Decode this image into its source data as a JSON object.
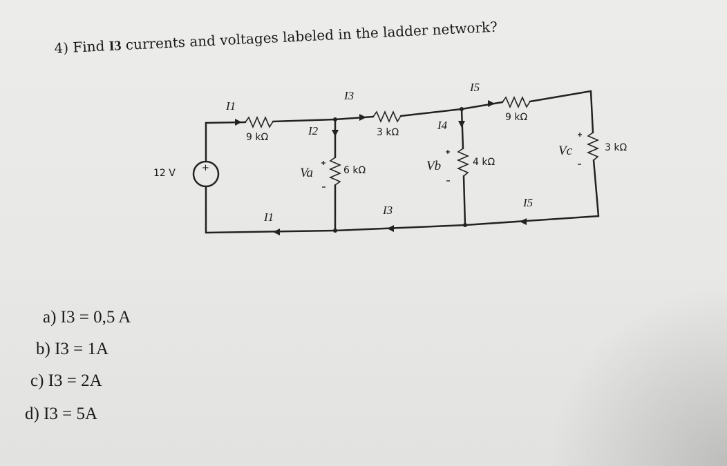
{
  "question": {
    "prefix": "4) Find ",
    "bold_symbol": "I3",
    "suffix": " currents and voltages labeled in the ladder network?"
  },
  "circuit": {
    "source_label": "12 V",
    "source_sign": "+",
    "resistors": [
      {
        "id": "r1",
        "value": "9 kΩ"
      },
      {
        "id": "r2",
        "value": "6 kΩ"
      },
      {
        "id": "r3",
        "value": "3 kΩ"
      },
      {
        "id": "r4",
        "value": "4 kΩ"
      },
      {
        "id": "r5",
        "value": "9 kΩ"
      },
      {
        "id": "r6",
        "value": "3 kΩ"
      }
    ],
    "current_labels": {
      "i1_top": "I1",
      "i1_bottom": "I1",
      "i2": "I2",
      "i3_top": "I3",
      "i3_bottom": "I3",
      "i4": "I4",
      "i5_top": "I5",
      "i5_bottom": "I5"
    },
    "voltage_labels": {
      "va": "Va",
      "vb": "Vb",
      "vc": "Vc"
    }
  },
  "options": [
    {
      "letter": "a)",
      "text": "I3 = 0,5 A"
    },
    {
      "letter": "b)",
      "text": "I3 = 1A"
    },
    {
      "letter": "c)",
      "text": "I3 = 2A"
    },
    {
      "letter": "d)",
      "text": "I3 = 5A"
    }
  ]
}
